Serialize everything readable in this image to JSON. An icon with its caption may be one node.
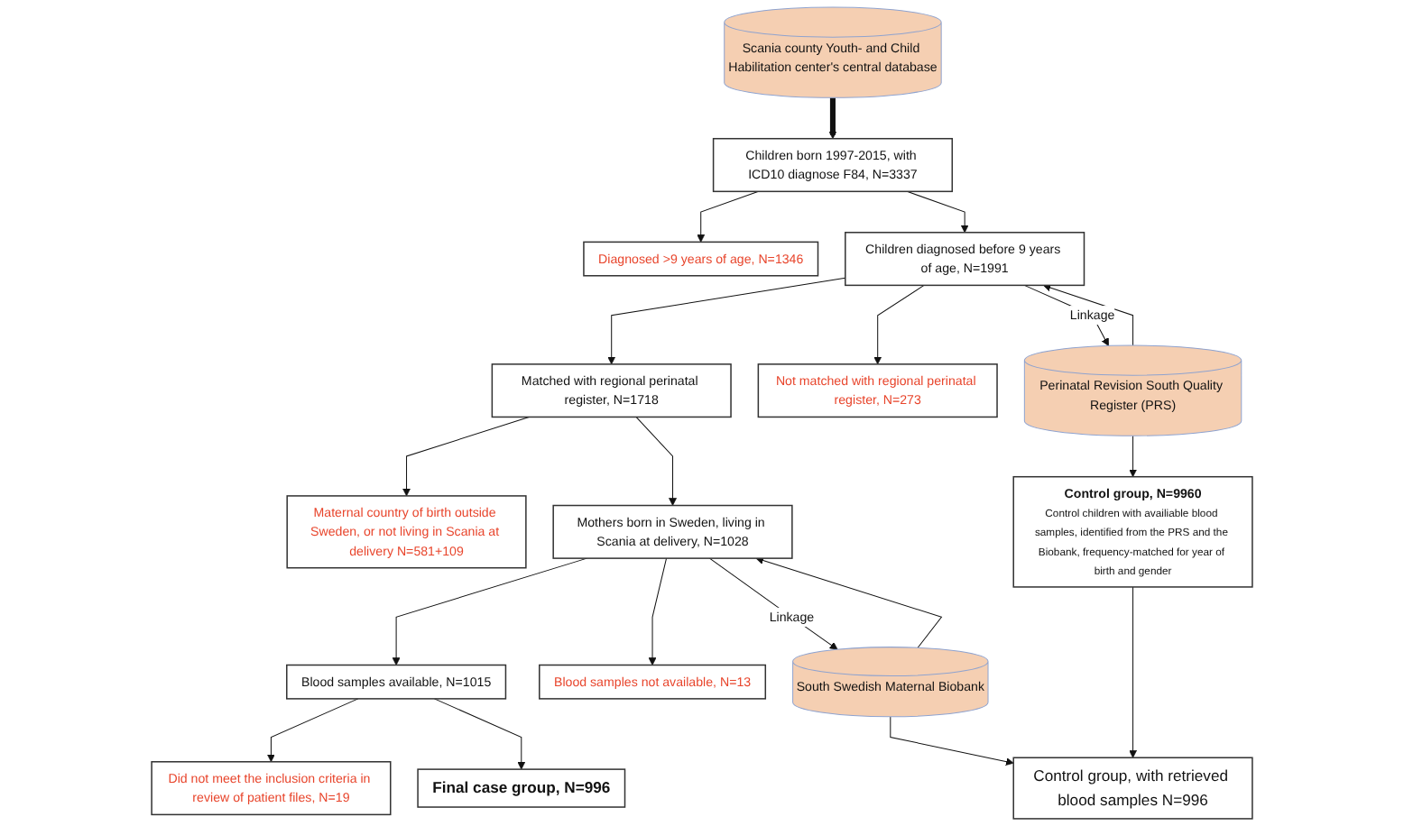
{
  "diagram": {
    "nodes": [
      {
        "text": [
          "Scania county Youth- and Child Habilitation center's central database"
        ]
      },
      {
        "text": [
          "Children born 1997-2015, with ICD10 diagnose F84, N=3337"
        ]
      },
      {
        "text": [
          "Diagnosed >9 years of age, N=1346"
        ]
      },
      {
        "text": [
          "Children diagnosed before 9 years of age, N=1991"
        ]
      },
      {
        "text": [
          "Perinatal Revision South Quality Register (PRS)"
        ]
      },
      {
        "text": [
          "Not matched with regional perinatal register, N=273"
        ]
      },
      {
        "text": [
          "Matched with regional perinatal register, N=1718"
        ]
      },
      {
        "text": [
          "Maternal country of birth outside Sweden, or not living in Scania at delivery N=581+109"
        ]
      },
      {
        "text": [
          "Mothers born in Sweden, living in Scania at delivery, N=1028"
        ]
      },
      {
        "text": [
          "South Swedish Maternal Biobank"
        ]
      },
      {
        "text": [
          "Blood samples not available, N=13"
        ]
      },
      {
        "text": [
          "Blood samples available, N=1015"
        ]
      },
      {
        "text": [
          "Did not meet the inclusion criteria in review of patient files, N=19"
        ]
      },
      {
        "text": [
          "Control group, with retrieved blood samples N=996"
        ]
      },
      {
        "text": [
          "Final case group, N=996"
        ]
      },
      {
        "text": [
          "Control group, N=9960",
          "Control children with availiable blood samples, identified from the PRS and the Biobank, frequency-matched for year of birth and gender"
        ]
      }
    ],
    "edges": [
      {
        "from": 0,
        "to": 1,
        "arrow": "to",
        "style": "thick"
      },
      {
        "from": 1,
        "to": 2,
        "arrow": "to"
      },
      {
        "from": 1,
        "to": 3,
        "arrow": "to"
      },
      {
        "from": 3,
        "to": 5,
        "arrow": "to"
      },
      {
        "from": 3,
        "to": 6,
        "arrow": "to"
      },
      {
        "from": 3,
        "to": 4,
        "arrow": "to",
        "label": "Linkage"
      },
      {
        "from": 4,
        "to": 3,
        "arrow": "to"
      },
      {
        "from": 6,
        "to": 7,
        "arrow": "to"
      },
      {
        "from": 6,
        "to": 8,
        "arrow": "to"
      },
      {
        "from": 8,
        "to": 10,
        "arrow": "to"
      },
      {
        "from": 8,
        "to": 11,
        "arrow": "to"
      },
      {
        "from": 8,
        "to": 9,
        "arrow": "to",
        "label": "Linkage"
      },
      {
        "from": 9,
        "to": 8,
        "arrow": "to"
      },
      {
        "from": 11,
        "to": 12,
        "arrow": "to"
      },
      {
        "from": 11,
        "to": 14,
        "arrow": "to"
      },
      {
        "from": 9,
        "to": 13,
        "arrow": "to"
      },
      {
        "from": 4,
        "to": 15,
        "arrow": "to"
      },
      {
        "from": 15,
        "to": 13,
        "arrow": "to"
      }
    ]
  }
}
